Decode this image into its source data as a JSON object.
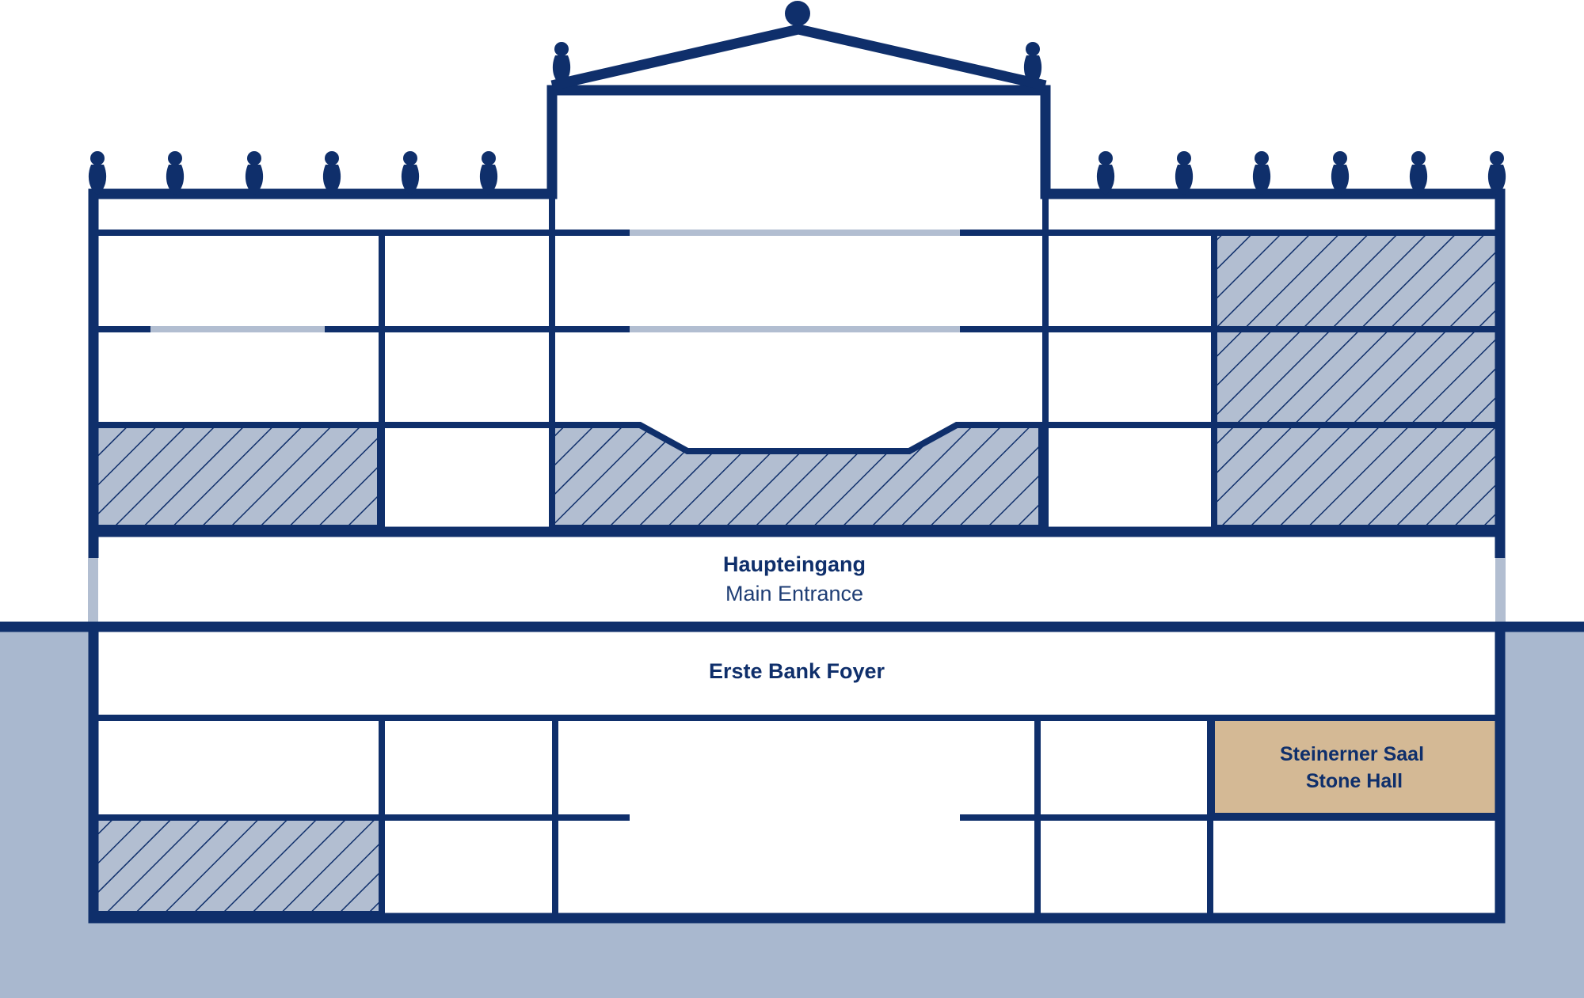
{
  "labels": {
    "main_entrance_de": "Haupteingang",
    "main_entrance_en": "Main Entrance",
    "foyer": "Erste Bank Foyer",
    "stone_hall_de": "Steinerner Saal",
    "stone_hall_en": "Stone Hall"
  },
  "colors": {
    "structure": "#0f2f6b",
    "ground": "#a9b8cf",
    "hatch_fill": "#b2bed1",
    "highlight_room": "#d4b995",
    "light_floor": "#b2bed1"
  },
  "icons": {
    "roof_statue": "statue-icon",
    "roof_finial": "finial-icon"
  }
}
